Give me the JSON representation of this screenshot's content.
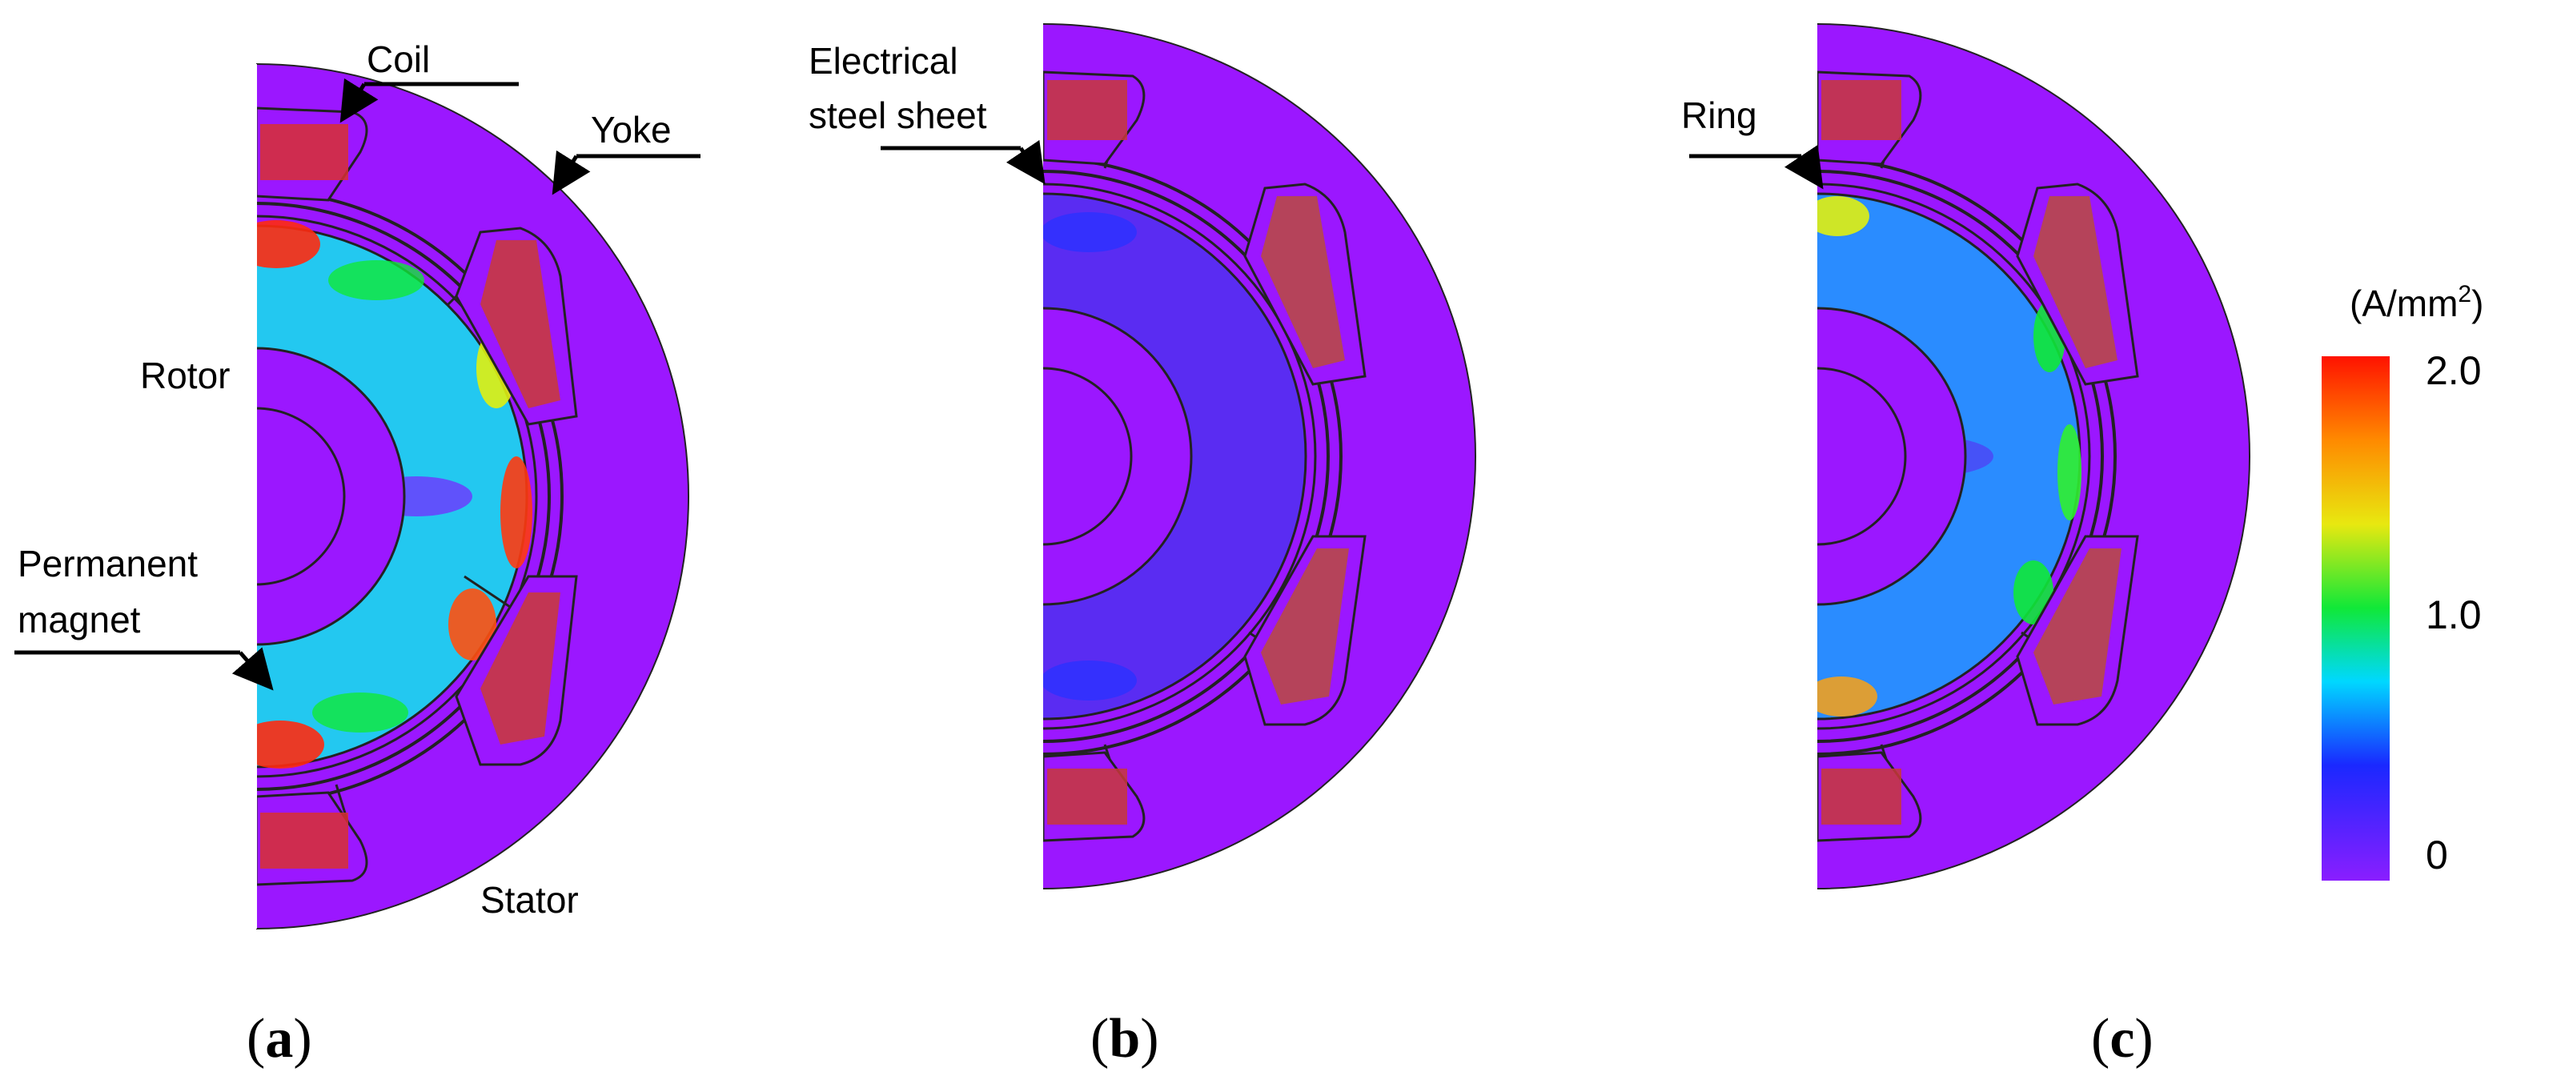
{
  "panels": [
    {
      "id": "a",
      "label_letter": "a",
      "annotations": {
        "coil": "Coil",
        "yoke": "Yoke",
        "rotor": "Rotor",
        "permanent_line1": "Permanent",
        "permanent_line2": "magnet",
        "stator": "Stator"
      }
    },
    {
      "id": "b",
      "label_letter": "b",
      "annotations": {
        "electrical_line1": "Electrical",
        "electrical_line2": "steel sheet"
      }
    },
    {
      "id": "c",
      "label_letter": "c",
      "annotations": {
        "ring": "Ring"
      }
    }
  ],
  "colorbar": {
    "unit_prefix": "(A/mm",
    "unit_sup": "2",
    "unit_suffix": ")",
    "ticks": [
      "2.0",
      "1.0",
      "0"
    ],
    "min": 0,
    "max": 2.0,
    "colors": [
      "#8a1eff",
      "#1a28ff",
      "#00d8ff",
      "#10e838",
      "#e8e810",
      "#ff8a00",
      "#ff1200"
    ]
  }
}
